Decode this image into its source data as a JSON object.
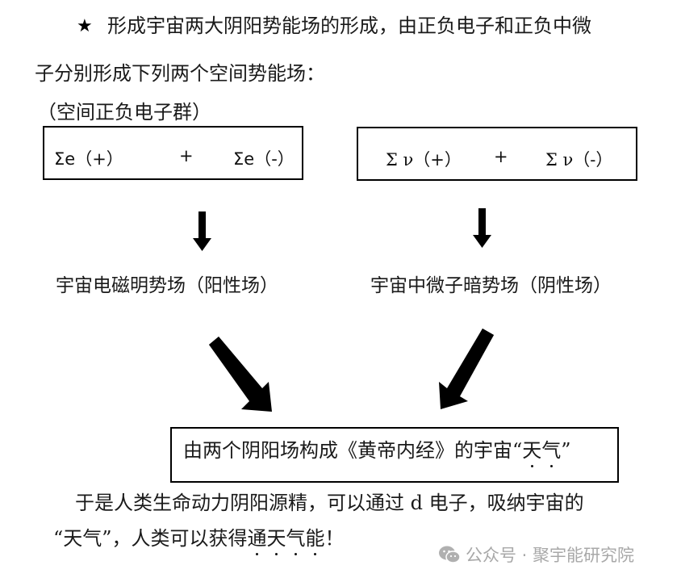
{
  "document": {
    "intro": {
      "bullet_icon": "black-star",
      "line1": "形成宇宙两大阴阳势能场的形成，由正负电子和正负中微",
      "line2": "子分别形成下列两个空间势能场：",
      "subheading": "（空间正负电子群）"
    },
    "left_box": {
      "term1": "Σe（+）",
      "operator": "+",
      "term2": "Σe（-）"
    },
    "right_box": {
      "term1": "Σ  ν（+）",
      "operator": "+",
      "term2": "Σ  ν（-）"
    },
    "left_result": "宇宙电磁明势场（阳性场）",
    "right_result": "宇宙中微子暗势场（阴性场）",
    "bottom_box": {
      "text_prefix": "由两个阴阳场构成《黄帝内经》的宇宙“",
      "emphasis": [
        "天",
        "气"
      ],
      "text_suffix": "”"
    },
    "conclusion": {
      "line1": "于是人类生命动力阴阳源精，可以通过 d 电子，吸纳宇宙的",
      "line2_prefix": "“天气”，人类可以获得",
      "line2_emphasis": [
        "通",
        "天",
        "气",
        "能"
      ],
      "line2_suffix": "！"
    }
  },
  "arrows": {
    "left_down": "down-arrow",
    "right_down": "down-arrow",
    "diagonal_left": "down-right-arrow",
    "diagonal_right": "down-left-arrow"
  },
  "watermark": {
    "icon": "wechat-icon",
    "text": "公众号 · 聚宇能研究院"
  }
}
